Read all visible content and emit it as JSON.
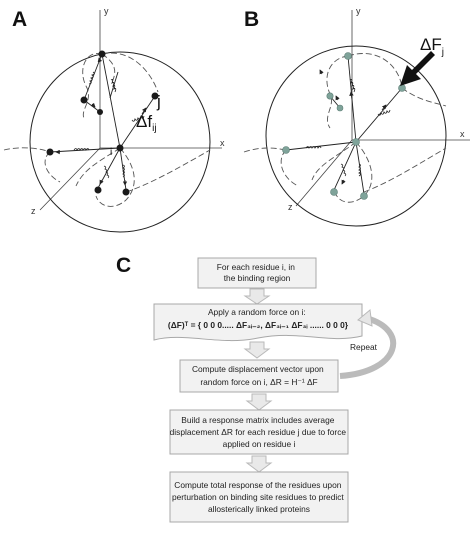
{
  "panel_a": {
    "letter": "A",
    "axis_x": "x",
    "axis_y": "y",
    "axis_z": "z",
    "residue_label": "j",
    "residue_i_label": "i",
    "force_symbol": "Δf",
    "force_subscript": "ij"
  },
  "panel_b": {
    "letter": "B",
    "axis_x": "x",
    "axis_y": "y",
    "axis_z": "z",
    "force_symbol": "ΔF",
    "force_subscript": "j"
  },
  "panel_c": {
    "letter": "C",
    "steps": [
      {
        "lines": [
          "For each residue i, in",
          "the binding region"
        ]
      },
      {
        "lines": [
          "Apply a random force on i:",
          "(ΔF)ᵀ = { 0 0 0..... ΔF₃ᵢ₋₂, ΔF₃ᵢ₋₁ ΔF₃ᵢ ...... 0 0 0}"
        ]
      },
      {
        "lines": [
          "Compute displacement vector upon",
          "random force on i, ΔR = H⁻¹ ΔF"
        ]
      },
      {
        "lines": [
          "Build a response matrix includes average",
          "displacement ΔR for each residue j due to force",
          "applied on residue i"
        ]
      },
      {
        "lines": [
          "Compute total response of the residues upon",
          "perturbation on binding site residues to predict",
          "allosterically linked proteins"
        ]
      }
    ],
    "repeat_label": "Repeat"
  },
  "colors": {
    "node_a": "#1a1a1a",
    "node_b": "#7fa39a",
    "box_fill": "#f2f2f2",
    "box_stroke": "#a8a8a8"
  }
}
